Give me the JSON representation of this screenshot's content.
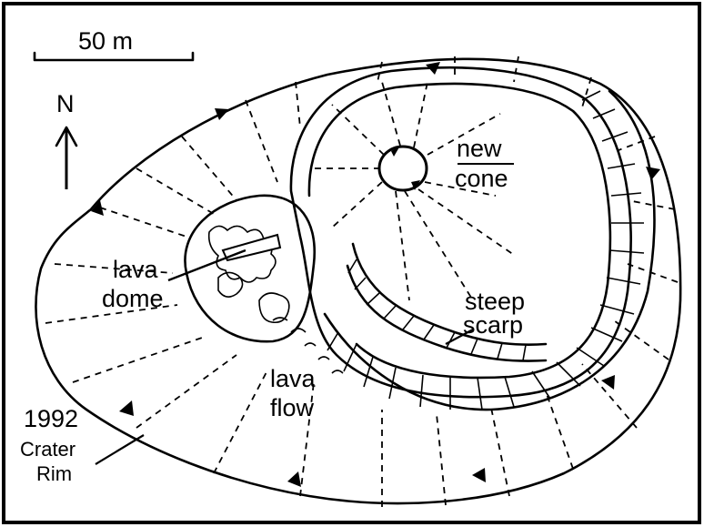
{
  "figure": {
    "scale_bar": {
      "label": "50 m"
    },
    "north_arrow": {
      "label": "N"
    },
    "labels": {
      "new_cone": [
        "new",
        "cone"
      ],
      "lava_dome": [
        "lava",
        "dome"
      ],
      "steep_scarp": [
        "steep",
        "scarp"
      ],
      "lava_flow": [
        "lava",
        "flow"
      ],
      "crater_rim": [
        "1992",
        "Crater",
        "Rim"
      ]
    }
  }
}
